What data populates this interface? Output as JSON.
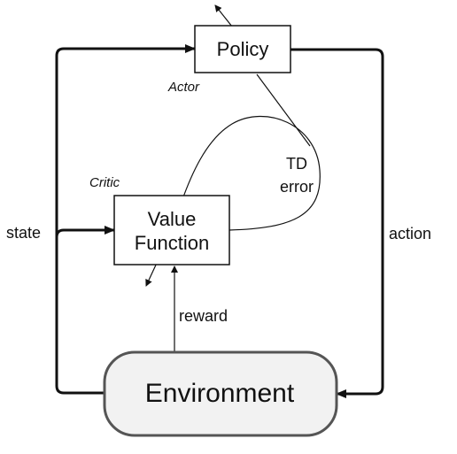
{
  "nodes": {
    "policy": "Policy",
    "value_function_line1": "Value",
    "value_function_line2": "Function",
    "environment": "Environment"
  },
  "roles": {
    "actor": "Actor",
    "critic": "Critic"
  },
  "edges": {
    "state": "state",
    "action": "action",
    "reward": "reward",
    "td_error_line1": "TD",
    "td_error_line2": "error"
  },
  "colors": {
    "stroke": "#111111",
    "environment_fill": "#f2f2f2",
    "environment_stroke": "#555555"
  }
}
